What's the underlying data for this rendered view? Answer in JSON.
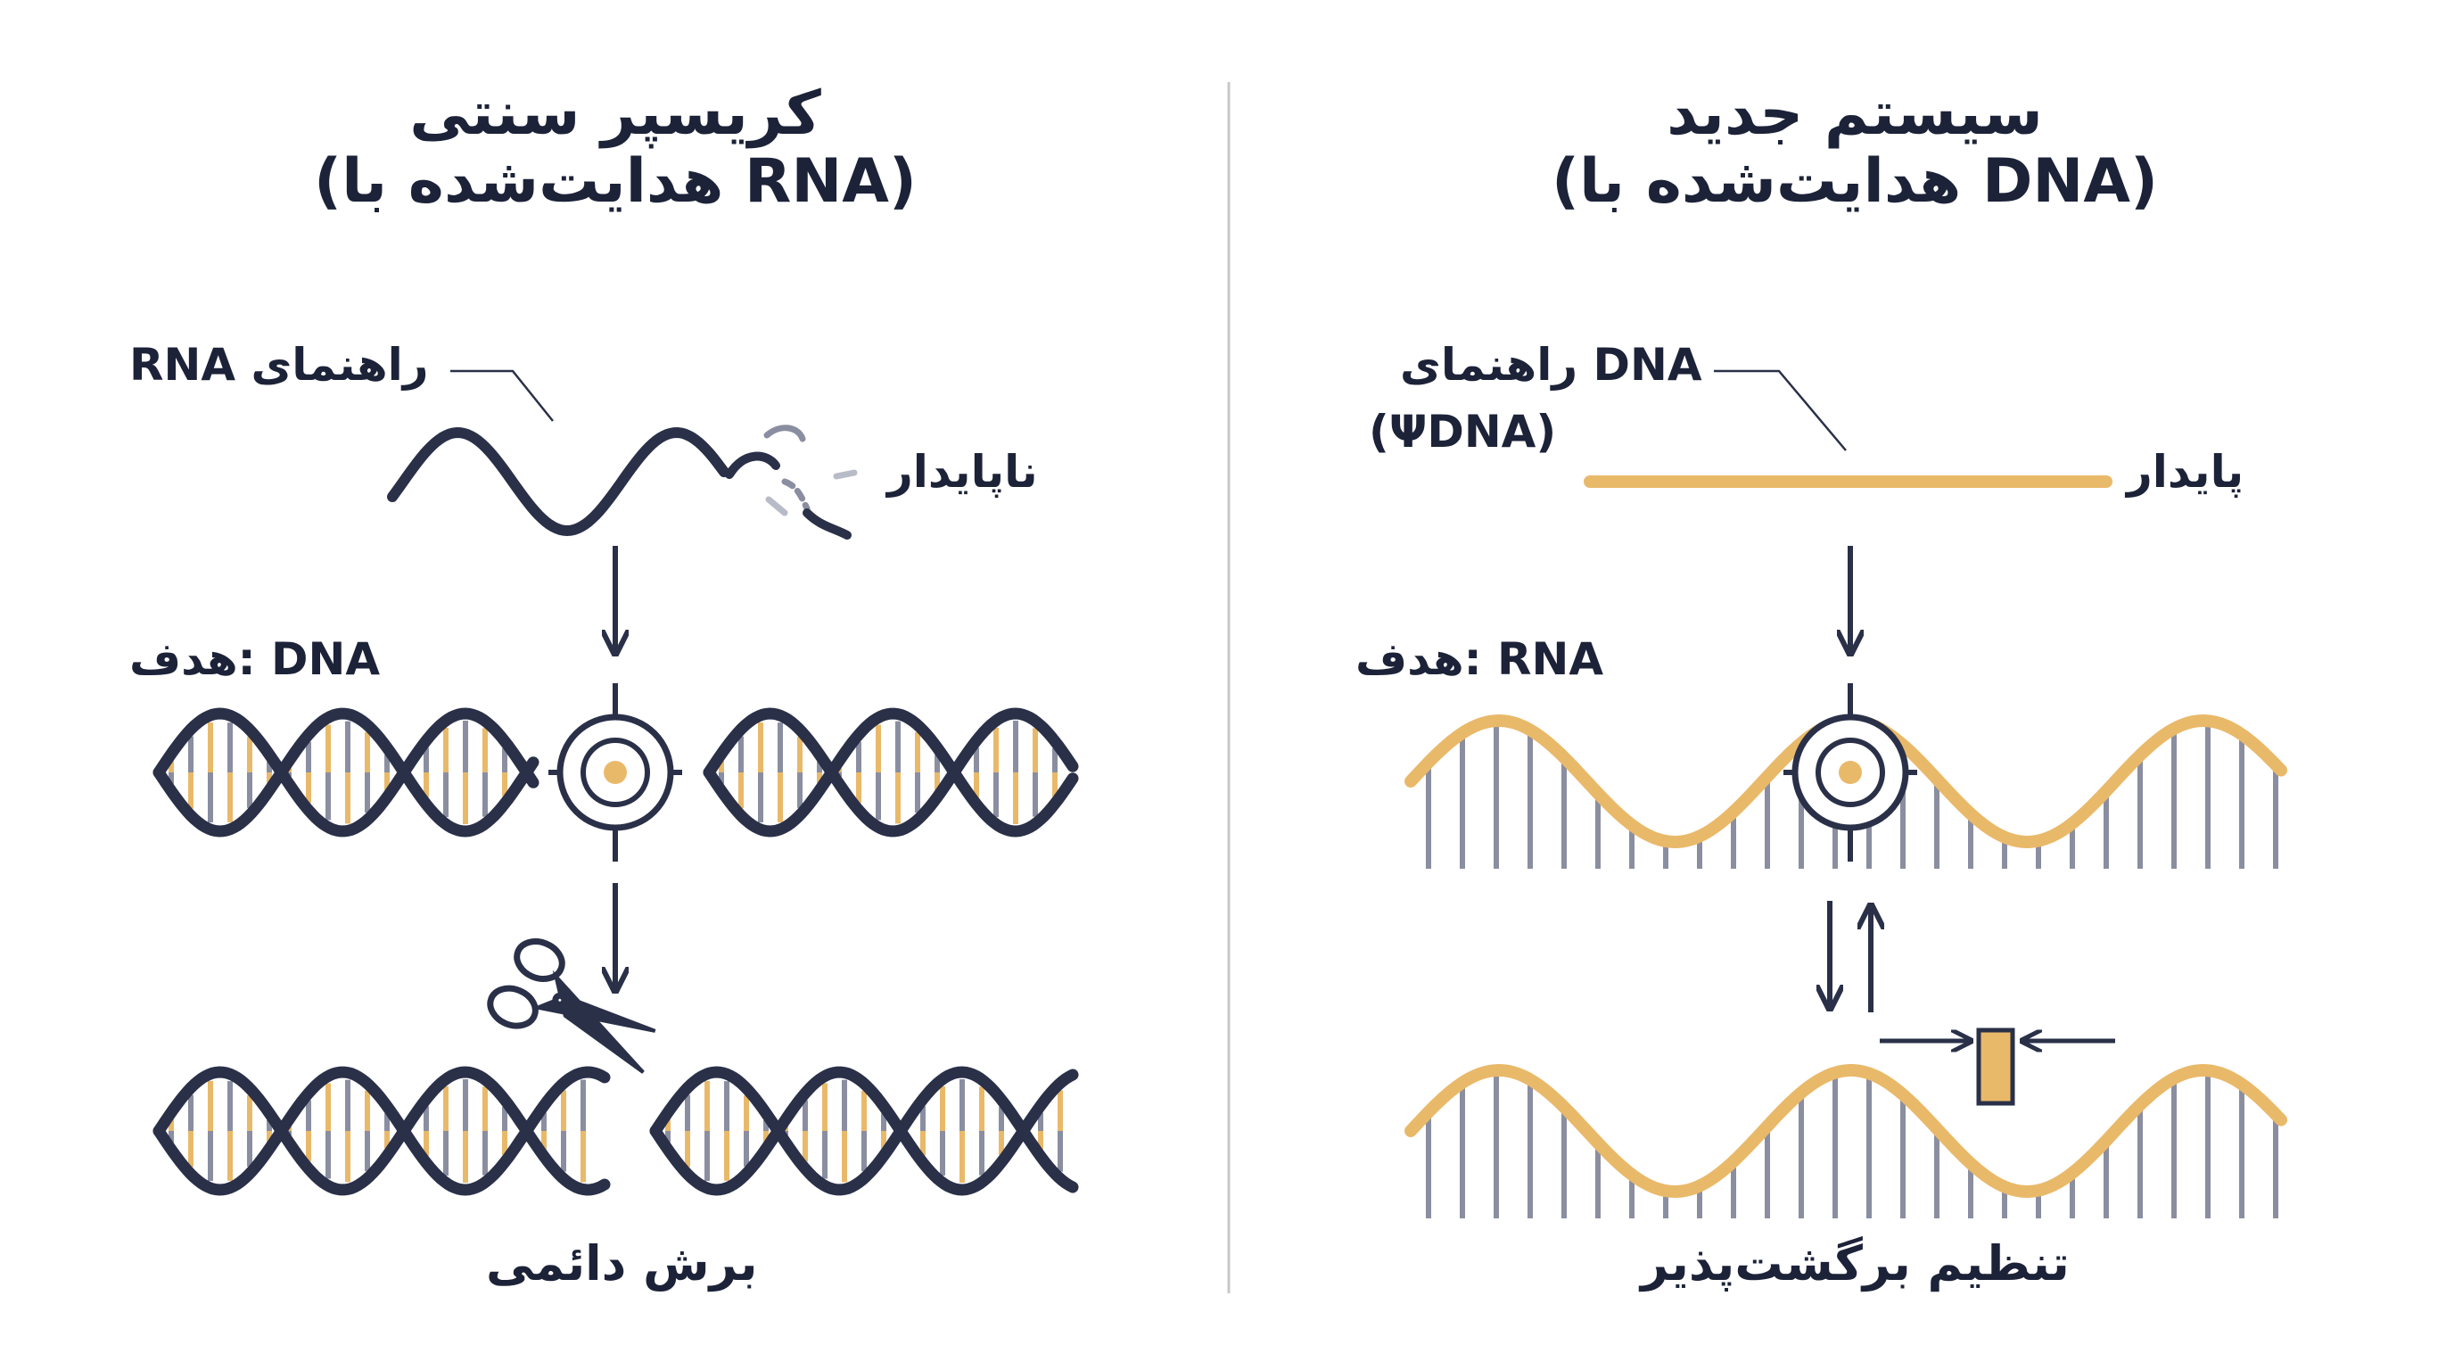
{
  "left": {
    "title_line1": "کریسپر سنتی",
    "title_line2": "(هدایت‌شده با RNA)",
    "guide_label": "راهنمای RNA",
    "guide_state": "ناپایدار",
    "target_label": "هدف: DNA",
    "outcome": "برش دائمی"
  },
  "right": {
    "title_line1": "سیستم جدید",
    "title_line2": "(هدایت‌شده با DNA)",
    "guide_label_line1": "راهنمای DNA",
    "guide_label_line2": "(ΨDNA)",
    "guide_state": "پایدار",
    "target_label": "هدف: RNA",
    "outcome": "تنظیم برگشت‌پذیر"
  },
  "colors": {
    "navy": "#2a3048",
    "gold": "#e9b96a",
    "gray_rung": "#8a8ea0",
    "divider": "#c8c8c8"
  },
  "icons": [
    "target-icon",
    "scissors-icon",
    "down-arrow-icon",
    "up-arrow-icon",
    "inward-arrow-icon"
  ]
}
